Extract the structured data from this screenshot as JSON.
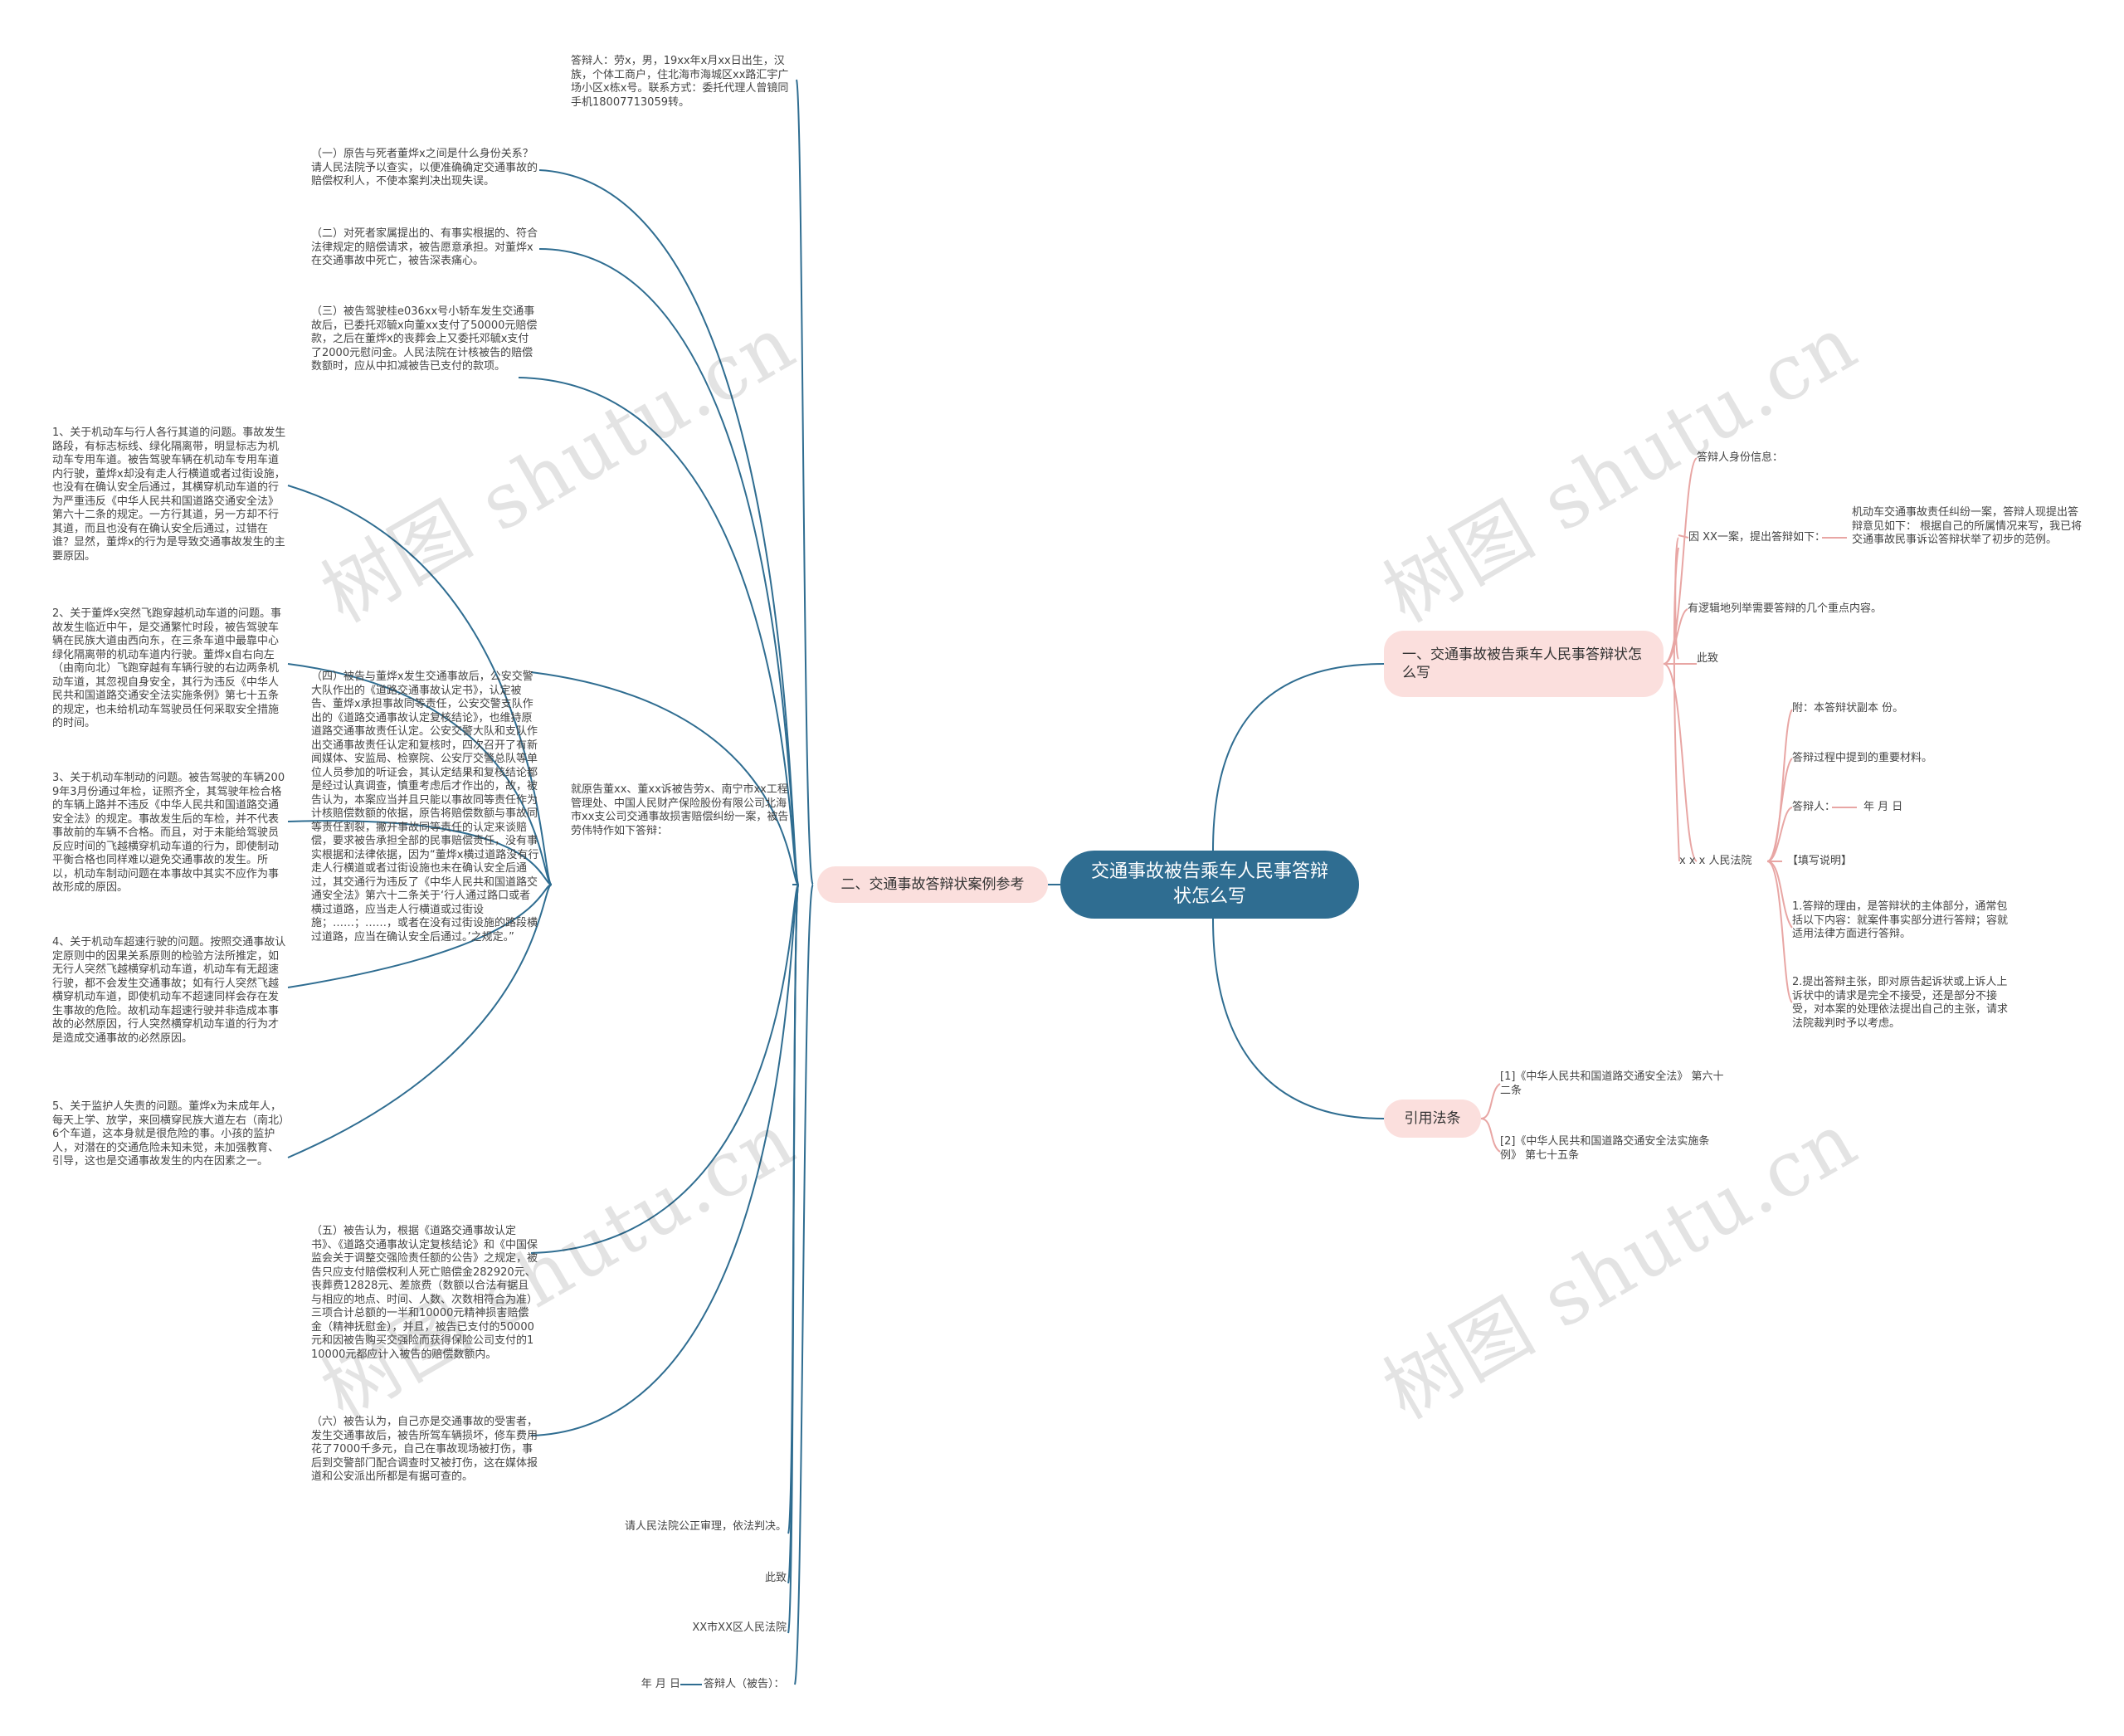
{
  "root": {
    "title": "交通事故被告乘车人民事答辩状怎么写"
  },
  "right": {
    "branch1": {
      "label": "一、交通事故被告乘车人民事答辩状怎么写",
      "items": {
        "identity": "答辩人身份信息：",
        "case_prefix": "因 XX一案，提出答辩如下：",
        "case_detail": "机动车交通事故责任纠纷一案，答辩人现提出答辩意见如下： 根据自己的所属情况来写，我已将交通事故民事诉讼答辩状举了初步的范例。",
        "logic": "有逻辑地列举需要答辩的几个重点内容。",
        "cizhi": "此致",
        "court": "x x x 人民法院",
        "attach": "附：本答辩状副本 份。",
        "materials": "答辩过程中提到的重要材料。",
        "signer": "答辩人：",
        "date": "年 月 日",
        "fill_title": "【填写说明】",
        "note1": "1.答辩的理由，是答辩状的主体部分，通常包括以下内容：就案件事实部分进行答辩；容就适用法律方面进行答辩。",
        "note2": "2.提出答辩主张，即对原告起诉状或上诉人上诉状中的请求是完全不接受，还是部分不接受，对本案的处理依法提出自己的主张，请求法院裁判时予以考虑。"
      }
    },
    "branch2": {
      "label": "引用法条",
      "items": {
        "law1": "[1]《中华人民共和国道路交通安全法》 第六十二条",
        "law2": "[2]《中华人民共和国道路交通安全法实施条例》 第七十五条"
      }
    }
  },
  "left": {
    "branch": {
      "label": "二、交通事故答辩状案例参考"
    },
    "items": {
      "defendant": "答辩人：劳x，男，19xx年x月xx日出生，汉族，个体工商户，住北海市海城区xx路汇宇广场小区x栋x号。联系方式：委托代理人曾镜同手机18007713059转。",
      "intro": "就原告董xx、董xx诉被告劳x、南宁市xx工程管理处、中国人民财产保险股份有限公司北海市xx支公司交通事故损害赔偿纠纷一案，被告劳伟特作如下答辩：",
      "p1": "（一）原告与死者董烨x之间是什么身份关系？请人民法院予以查实，以便准确确定交通事故的赔偿权利人，不使本案判决出现失误。",
      "p2": "（二）对死者家属提出的、有事实根据的、符合法律规定的赔偿请求，被告愿意承担。对董烨x在交通事故中死亡，被告深表痛心。",
      "p3": "（三）被告驾驶桂e036xx号小轿车发生交通事故后，已委托邓毓x向董xx支付了50000元赔偿款，之后在董烨x的丧葬会上又委托邓毓x支付了2000元慰问金。人民法院在计核被告的赔偿数额时，应从中扣减被告已支付的款项。",
      "p4": "（四）被告与董烨x发生交通事故后，公安交警大队作出的《道路交通事故认定书》，认定被告、董烨x承担事故同等责任，公安交警支队作出的《道路交通事故认定复核结论》，也维持原道路交通事故责任认定。公安交警大队和支队作出交通事故责任认定和复核时，四次召开了有新闻媒体、安监局、检察院、公安厅交警总队等单位人员参加的听证会，其认定结果和复核结论都是经过认真调查，慎重考虑后才作出的，故，被告认为，本案应当并且只能以事故同等责任作为计核赔偿数额的依据，原告将赔偿数额与事故同等责任割裂，撇开事故同等责任的认定来谈赔偿，要求被告承担全部的民事赔偿责任，没有事实根据和法律依据，因为“董烨x横过道路没有行走人行横道或者过街设施也未在确认安全后通过，其交通行为违反了《中华人民共和国道路交通安全法》第六十二条关于‘行人通过路口或者横过道路，应当走人行横道或过街设施；……；……，或者在没有过街设施的路段横过道路，应当在确认安全后通过。’之规定。”",
      "p5": "（五）被告认为，根据《道路交通事故认定书》、《道路交通事故认定复核结论》和《中国保监会关于调整交强险责任额的公告》之规定，被告只应支付赔偿权利人死亡赔偿金282920元、丧葬费12828元、差旅费（数额以合法有据且与相应的地点、时间、人数、次数相符合为准）三项合计总额的一半和10000元精神损害赔偿金（精神抚慰金），并且，被告已支付的50000元和因被告购买交强险而获得保险公司支付的110000元都应计入被告的赔偿数额内。",
      "p6": "（六）被告认为，自己亦是交通事故的受害者，发生交通事故后，被告所驾车辆损坏，修车费用花了7000千多元，自己在事故现场被打伤，事后到交警部门配合调查时又被打伤，这在媒体报道和公安派出所都是有据可查的。",
      "s1": "1、关于机动车与行人各行其道的问题。事故发生路段，有标志标线、绿化隔离带，明显标志为机动车专用车道。被告驾驶车辆在机动车专用车道内行驶，董烨x却没有走人行横道或者过街设施，也没有在确认安全后通过，其横穿机动车道的行为严重违反《中华人民共和国道路交通安全法》第六十二条的规定。一方行其道，另一方却不行其道，而且也没有在确认安全后通过，过错在谁？显然，董烨x的行为是导致交通事故发生的主要原因。",
      "s2": "2、关于董烨x突然飞跑穿越机动车道的问题。事故发生临近中午，是交通繁忙时段，被告驾驶车辆在民族大道由西向东，在三条车道中最靠中心绿化隔离带的机动车道内行驶。董烨x自右向左（由南向北）飞跑穿越有车辆行驶的右边两条机动车道，其忽视自身安全，其行为违反《中华人民共和国道路交通安全法实施条例》第七十五条的规定，也未给机动车驾驶员任何采取安全措施的时间。",
      "s3": "3、关于机动车制动的问题。被告驾驶的车辆2009年3月份通过年检，证照齐全，其驾驶年检合格的车辆上路并不违反《中华人民共和国道路交通安全法》的规定。事故发生后的车检，并不代表事故前的车辆不合格。而且，对于未能给驾驶员反应时间的飞越横穿机动车道的行为，即使制动平衡合格也同样难以避免交通事故的发生。所以，机动车制动问题在本事故中其实不应作为事故形成的原因。",
      "s4": "4、关于机动车超速行驶的问题。按照交通事故认定原则中的因果关系原则的检验方法所推定，如无行人突然飞越横穿机动车道，机动车有无超速行驶，都不会发生交通事故；如有行人突然飞越横穿机动车道，即使机动车不超速同样会存在发生事故的危险。故机动车超速行驶并非造成本事故的必然原因，行人突然横穿机动车道的行为才是造成交通事故的必然原因。",
      "s5": "5、关于监护人失责的问题。董烨x为未成年人，每天上学、放学，来回横穿民族大道左右（南北）6个车道，这本身就是很危险的事。小孩的监护人，对潜在的交通危险未知未觉，未加强教育、引导，这也是交通事故发生的内在因素之一。",
      "request": "请人民法院公正审理，依法判决。",
      "cizhi": "此致",
      "court": "XX市XX区人民法院",
      "signer": "答辩人（被告）：",
      "date": "年 月 日"
    }
  },
  "watermark": "树图 shutu.cn"
}
